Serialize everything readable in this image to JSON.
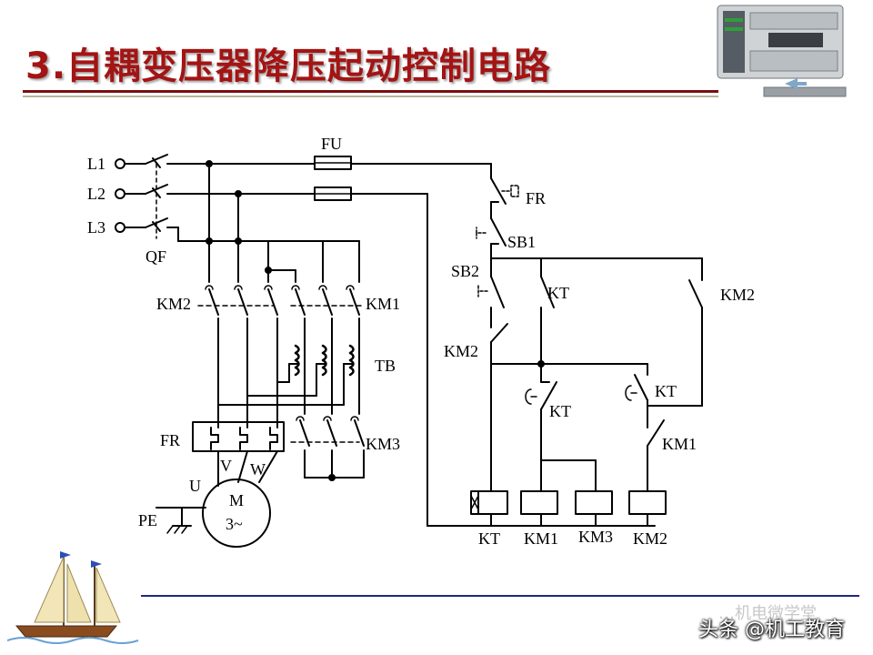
{
  "slide": {
    "title": "3.自耦变压器降压起动控制电路"
  },
  "diagram": {
    "labels": {
      "L1": "L1",
      "L2": "L2",
      "L3": "L3",
      "QF": "QF",
      "FU": "FU",
      "KM2_main": "KM2",
      "KM1_main": "KM1",
      "TB": "TB",
      "FR_main": "FR",
      "KM3_main": "KM3",
      "U": "U",
      "V": "V",
      "W": "W",
      "PE": "PE",
      "motor_M": "M",
      "motor_phase": "3~",
      "FR_ctrl": "FR",
      "SB1": "SB1",
      "SB2": "SB2",
      "KT_ctrl": "KT",
      "KM2_seal": "KM2",
      "KM2_interlock": "KM2",
      "KT_delay_1": "KT",
      "KT_delay_2": "KT",
      "KM1_interlock": "KM1",
      "coil_KT": "KT",
      "coil_KM1": "KM1",
      "coil_KM3": "KM3",
      "coil_KM2": "KM2"
    }
  },
  "footer": {
    "watermark_ghost": "…机电微学堂",
    "watermark": "头条 @机工教育"
  },
  "colors": {
    "title": "#a31414",
    "rule_dark": "#7a0d0d",
    "footer_rule": "#1d2a7a"
  }
}
